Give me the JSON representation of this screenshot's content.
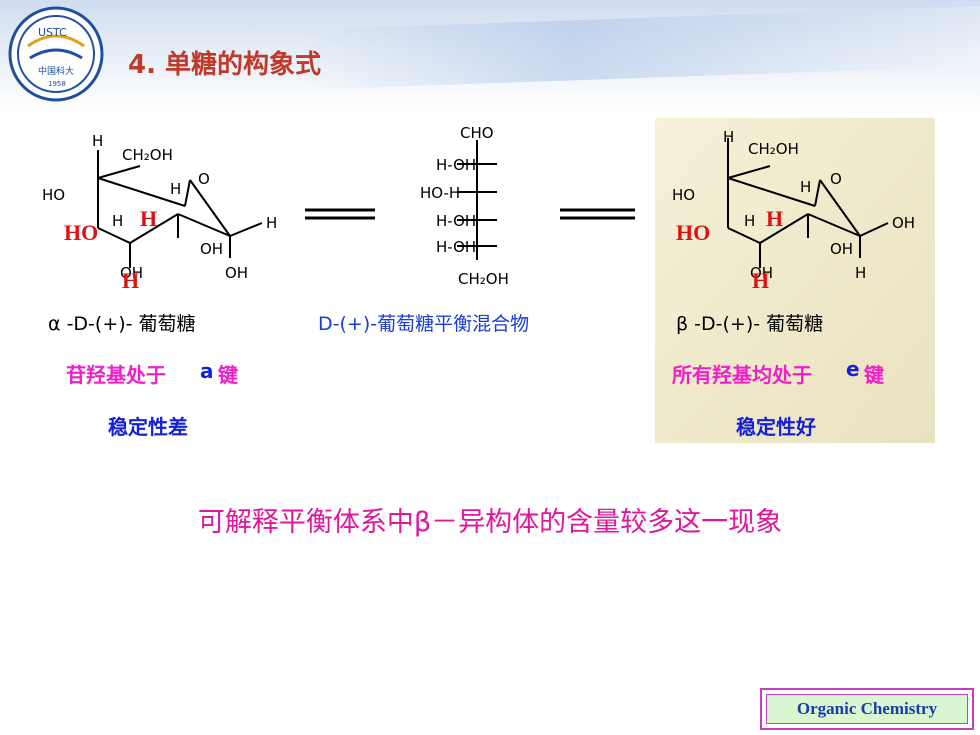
{
  "title": "4. 单糖的构象式",
  "logo": {
    "text_top": "USTC",
    "text_cn": "中国科大",
    "year": "1958"
  },
  "alpha": {
    "labels": {
      "h_top": "H",
      "ch2oh": "CH₂OH",
      "ho_left": "HO",
      "ring_o": "O",
      "h_ring": "H",
      "h_c1": "H",
      "oh_ring": "OH",
      "oh_c1": "OH",
      "oh_bottom": "OH",
      "h_c4": "H"
    },
    "red_ho": "HO",
    "red_h_ring": "H",
    "red_h_bottom": "H",
    "name": "α -D-(+)- 葡萄糖",
    "note1": "苷羟基处于",
    "note1_key": "a",
    "note1_end": "键",
    "note2": "稳定性差"
  },
  "fischer": {
    "rows": [
      "CHO",
      "H-OH",
      "HO-H",
      "H-OH",
      "H-OH",
      "CH₂OH"
    ],
    "name": "D-(+)-葡萄糖平衡混合物"
  },
  "beta": {
    "labels": {
      "h_top": "H",
      "ch2oh": "CH₂OH",
      "ho_left": "HO",
      "ring_o": "O",
      "h_ring": "H",
      "oh_c1": "OH",
      "oh_ring": "OH",
      "h_c1": "H",
      "oh_bottom": "OH",
      "h_c4": "H"
    },
    "red_ho": "HO",
    "red_h_ring": "H",
    "red_h_bottom": "H",
    "name": "β -D-(+)- 葡萄糖",
    "note1": "所有羟基均处于",
    "note1_key": "e",
    "note1_end": "键",
    "note2": "稳定性好"
  },
  "caption": "可解释平衡体系中β－异构体的含量较多这一现象",
  "footer": "Organic Chemistry"
}
